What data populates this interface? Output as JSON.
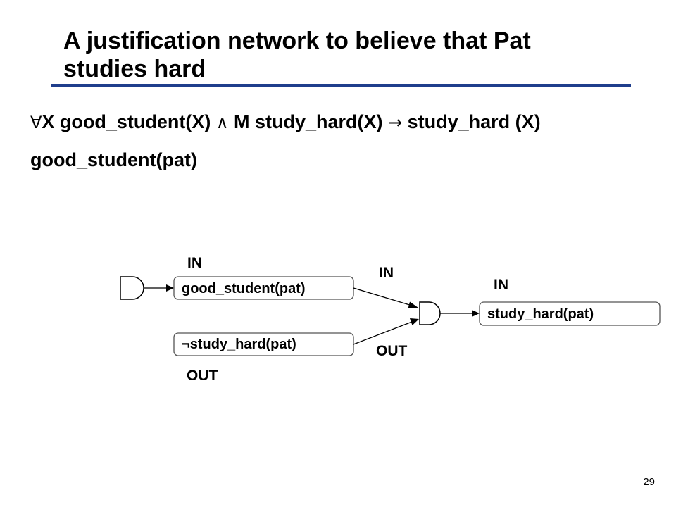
{
  "slide": {
    "title_line1": "A justification network to believe that Pat",
    "title_line2": "studies hard",
    "rule_forall": "∀",
    "rule_text1": "X good_student(X) ",
    "rule_and": "∧",
    "rule_text2": " M study_hard(X) ",
    "rule_arrow": "→",
    "rule_text3": " study_hard (X)",
    "fact": "good_student(pat)",
    "page_number": "29"
  },
  "diagram": {
    "nodes": {
      "good_student": "good_student(pat)",
      "not_sign": "¬",
      "not_study": "study_hard(pat)",
      "study_hard": "study_hard(pat)"
    },
    "labels": {
      "in_good_student": "IN",
      "out_not_study": "OUT",
      "in_edge_top": "IN",
      "out_edge_bottom": "OUT",
      "in_study_hard": "IN"
    }
  },
  "colors": {
    "title_rule": "#1f3e8c",
    "stroke": "#000000",
    "node_border": "#555555"
  }
}
